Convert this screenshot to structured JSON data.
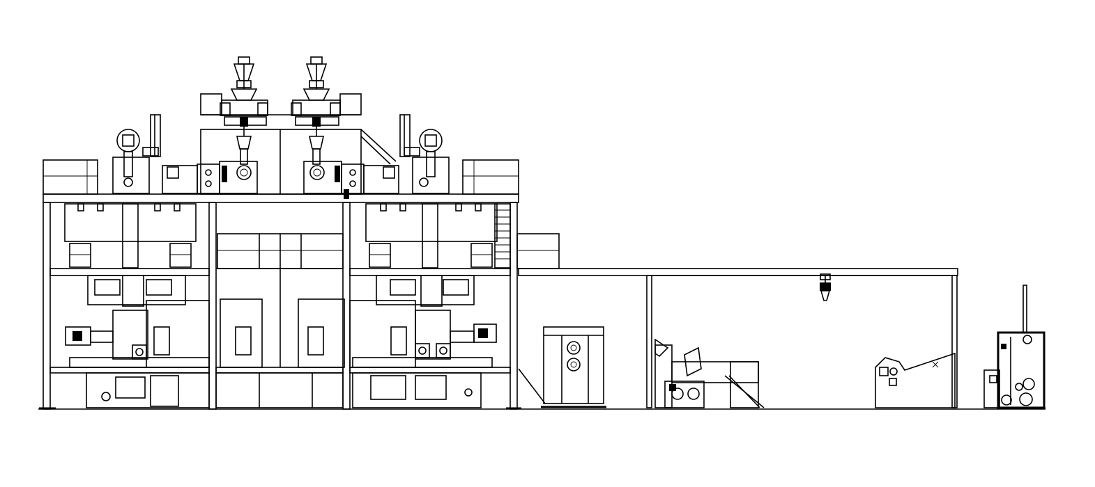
{
  "drawing": {
    "type": "production line elevation drawing",
    "stroke_color": "#000000",
    "background_color": "#ffffff",
    "sections": [
      "upper-platform-with-feeders",
      "spinning-tower-left",
      "spinning-tower-right",
      "oven-cabinet",
      "conveyor-gantry-frame",
      "calender-unit",
      "slitting-unit",
      "winder-unit"
    ]
  }
}
